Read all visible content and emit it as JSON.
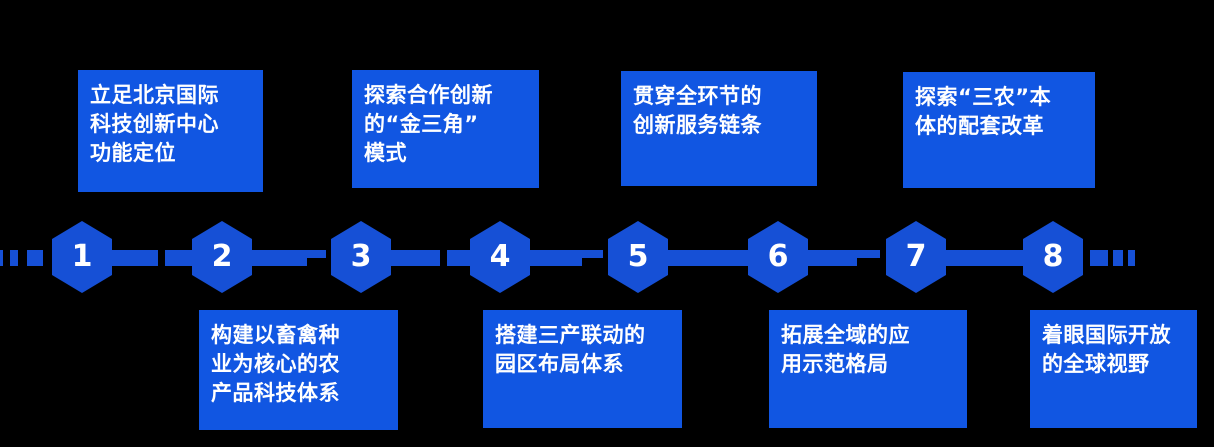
{
  "colors": {
    "background": "#000000",
    "box_fill": "#1156E2",
    "node_fill": "#1650D6",
    "text": "#FFFFFF"
  },
  "timeline": {
    "description": "8-step hexagon timeline diagram",
    "nodes": [
      {
        "number": "1",
        "label": "立足北京国际\n科技创新中心\n功能定位",
        "label_position": "above"
      },
      {
        "number": "2",
        "label": "构建以畜禽种\n业为核心的农\n产品科技体系",
        "label_position": "below"
      },
      {
        "number": "3",
        "label": "探索合作创新\n的“金三角”\n模式",
        "label_position": "above"
      },
      {
        "number": "4",
        "label": "搭建三产联动的\n园区布局体系",
        "label_position": "below"
      },
      {
        "number": "5",
        "label": "贯穿全环节的\n创新服务链条",
        "label_position": "above"
      },
      {
        "number": "6",
        "label": "拓展全域的应\n用示范格局",
        "label_position": "below"
      },
      {
        "number": "7",
        "label": "探索“三农”本\n体的配套改革",
        "label_position": "above"
      },
      {
        "number": "8",
        "label": "着眼国际开放\n的全球视野",
        "label_position": "below"
      }
    ]
  }
}
